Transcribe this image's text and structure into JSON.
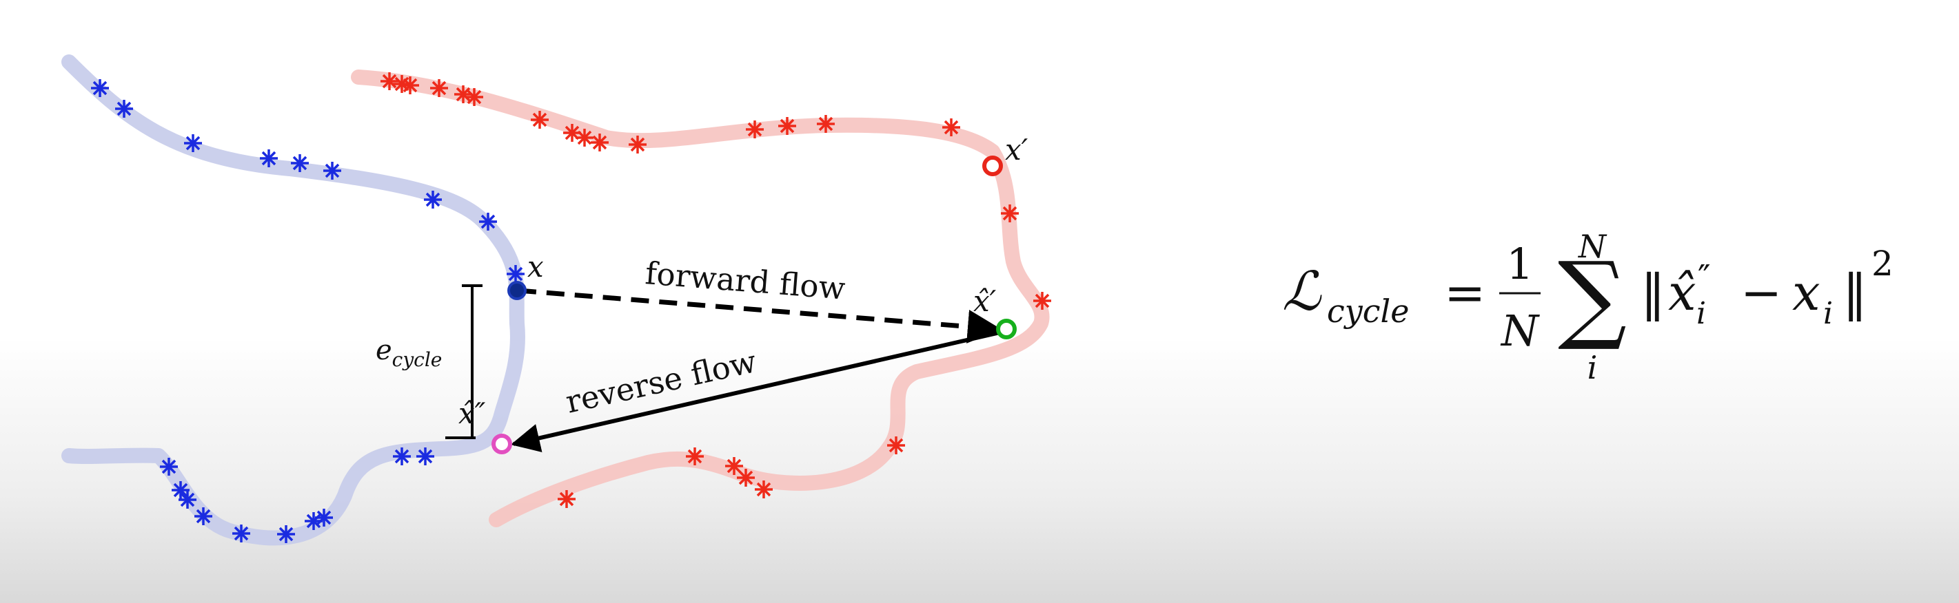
{
  "labels": {
    "x": "x",
    "x_prime": "x′",
    "x_hat_prime": "x̂′",
    "x_hat_double_prime": "x̂″",
    "forward_flow": "forward flow",
    "reverse_flow": "reverse flow",
    "e_cycle": "e",
    "e_cycle_sub": "cycle"
  },
  "formula": {
    "L": "ℒ",
    "L_sub": "cycle",
    "equals": "=",
    "numerator": "1",
    "denominator": "N",
    "sum_symbol": "∑",
    "sum_upper": "N",
    "sum_lower": "i",
    "norm_open": "‖",
    "x_hat_i": "x̂",
    "x_hat_i_prime": "″",
    "x_hat_i_sub": "i",
    "minus": "−",
    "x_i": "x",
    "x_i_sub": "i",
    "norm_close": "‖",
    "exponent": "2"
  },
  "colors": {
    "blue_track": "#c5cbea",
    "blue_marker": "#1a2be0",
    "red_track": "#f6c3c0",
    "red_marker": "#ee2a1a",
    "point_x": "#1c3bb8",
    "point_x_prime": "#e8261a",
    "point_x_hat_prime": "#16b01c",
    "point_x_hat_double_prime": "#e24fc0",
    "arrow": "#000000"
  },
  "icons": [
    "asterisk-marker",
    "circle-marker",
    "arrow"
  ]
}
